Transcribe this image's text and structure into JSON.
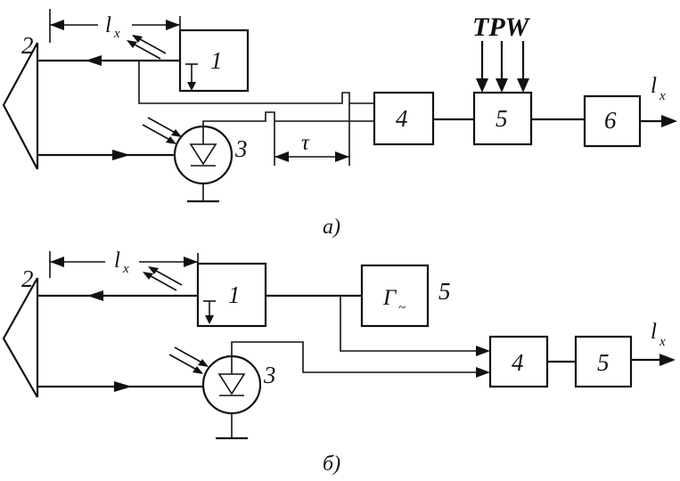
{
  "diagram_a": {
    "caption": "a)",
    "distance_label": "l",
    "distance_sub": "x",
    "node_2": "2",
    "node_1": "1",
    "node_3": "3",
    "node_4": "4",
    "node_5": "5",
    "node_6": "6",
    "tau": "τ",
    "inputs": "TPW",
    "output_label": "l",
    "output_sub": "x"
  },
  "diagram_b": {
    "caption": "б)",
    "distance_label": "l",
    "distance_sub": "x",
    "node_2": "2",
    "node_1": "1",
    "node_3": "3",
    "node_gen": "Г",
    "node_gen_sub": "~",
    "node_gen_num": "5",
    "node_4": "4",
    "node_5": "5",
    "output_label": "l",
    "output_sub": "x"
  }
}
